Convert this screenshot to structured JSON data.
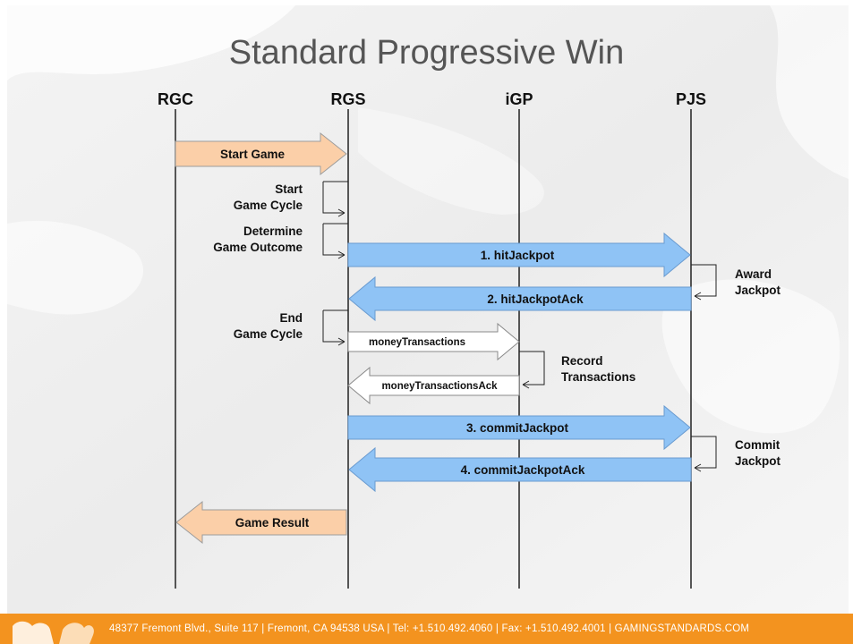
{
  "title": "Standard Progressive Win",
  "lanes": [
    "RGC",
    "RGS",
    "iGP",
    "PJS"
  ],
  "messages": [
    {
      "label": "Start Game",
      "style": "orange"
    },
    {
      "label": "1. hitJackpot",
      "style": "blue"
    },
    {
      "label": "2. hitJackpotAck",
      "style": "blue"
    },
    {
      "label": "moneyTransactions",
      "style": "white"
    },
    {
      "label": "moneyTransactionsAck",
      "style": "white"
    },
    {
      "label": "3. commitJackpot",
      "style": "blue"
    },
    {
      "label": "4. commitJackpotAck",
      "style": "blue"
    },
    {
      "label": "Game Result",
      "style": "orange"
    }
  ],
  "notes": {
    "start_cycle": [
      "Start",
      "Game Cycle"
    ],
    "determine_outcome": [
      "Determine",
      "Game Outcome"
    ],
    "award_jackpot": [
      "Award",
      "Jackpot"
    ],
    "end_cycle": [
      "End",
      "Game Cycle"
    ],
    "record_transactions": [
      "Record",
      "Transactions"
    ],
    "commit_jackpot": [
      "Commit",
      "Jackpot"
    ]
  },
  "footer": "48377 Fremont Blvd., Suite 117  |  Fremont, CA 94538  USA  |  Tel: +1.510.492.4060  |  Fax: +1.510.492.4001  |  GAMINGSTANDARDS.COM",
  "colors": {
    "orange_fill": "#fbcfa8",
    "blue_fill": "#8fc3f5",
    "white_fill": "#ffffff",
    "footer": "#f3931f",
    "title": "#555555"
  }
}
